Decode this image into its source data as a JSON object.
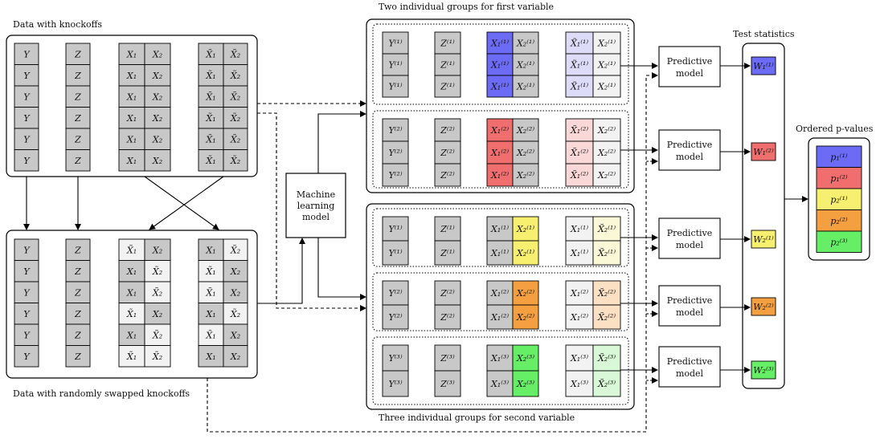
{
  "labels": {
    "data_knockoffs": "Data with knockoffs",
    "data_swapped": "Data with randomly swapped knockoffs",
    "two_groups": "Two individual groups for first variable",
    "three_groups": "Three individual groups for second variable",
    "test_statistics": "Test statistics",
    "ordered_pvalues": "Ordered p-values"
  },
  "ml_box": {
    "lines": [
      "Machine",
      "learning",
      "model"
    ]
  },
  "predictive_box": {
    "lines": [
      "Predictive",
      "model"
    ]
  },
  "colors": {
    "gray": "#c8c8c8",
    "light": "#f2f2f2",
    "blue": "#6b6bf5",
    "blue_light": "#dcdcf8",
    "red": "#f06e6e",
    "red_light": "#fbd8d8",
    "yellow": "#f7ef70",
    "yellow_light": "#fbf8d8",
    "orange": "#f4a040",
    "orange_light": "#fbe0c4",
    "green": "#66ee66",
    "green_light": "#d8f8d8"
  },
  "knockoff_table": {
    "rows": [
      [
        "Y",
        "Z",
        "X₁",
        "X₂",
        "X̃₁",
        "X̃₂"
      ],
      [
        "Y",
        "Z",
        "X₁",
        "X₂",
        "X̃₁",
        "X̃₂"
      ],
      [
        "Y",
        "Z",
        "X₁",
        "X₂",
        "X̃₁",
        "X̃₂"
      ],
      [
        "Y",
        "Z",
        "X₁",
        "X₂",
        "X̃₁",
        "X̃₂"
      ],
      [
        "Y",
        "Z",
        "X₁",
        "X₂",
        "X̃₁",
        "X̃₂"
      ],
      [
        "Y",
        "Z",
        "X₁",
        "X₂",
        "X̃₁",
        "X̃₂"
      ]
    ]
  },
  "swapped_table": {
    "rows": [
      [
        "Y",
        "Z",
        "X̃₁",
        "X₂",
        "X₁",
        "X̃₂"
      ],
      [
        "Y",
        "Z",
        "X₁",
        "X̃₂",
        "X̃₁",
        "X₂"
      ],
      [
        "Y",
        "Z",
        "X₁",
        "X̃₂",
        "X̃₁",
        "X₂"
      ],
      [
        "Y",
        "Z",
        "X̃₁",
        "X₂",
        "X₁",
        "X̃₂"
      ],
      [
        "Y",
        "Z",
        "X₁",
        "X̃₂",
        "X̃₁",
        "X₂"
      ],
      [
        "Y",
        "Z",
        "X̃₁",
        "X̃₂",
        "X₁",
        "X₂"
      ]
    ],
    "shading": [
      [
        "g",
        "g",
        "l",
        "g",
        "g",
        "l"
      ],
      [
        "g",
        "g",
        "g",
        "l",
        "l",
        "g"
      ],
      [
        "g",
        "g",
        "g",
        "l",
        "l",
        "g"
      ],
      [
        "g",
        "g",
        "l",
        "g",
        "g",
        "l"
      ],
      [
        "g",
        "g",
        "g",
        "l",
        "l",
        "g"
      ],
      [
        "g",
        "g",
        "l",
        "l",
        "g",
        "g"
      ]
    ]
  },
  "groups": [
    {
      "rows": 3,
      "y": "Y⁽¹⁾",
      "z": "Z⁽¹⁾",
      "x1": "X₁⁽¹⁾",
      "x2": "X₂⁽¹⁾",
      "k1": "X̃₁⁽¹⁾",
      "k2": "X₂⁽¹⁾",
      "x1_color": "blue",
      "x2_color": "gray",
      "k1_color": "blue_light",
      "k2_color": "light"
    },
    {
      "rows": 3,
      "y": "Y⁽²⁾",
      "z": "Z⁽²⁾",
      "x1": "X₁⁽²⁾",
      "x2": "X₂⁽²⁾",
      "k1": "X̃₁⁽²⁾",
      "k2": "X₂⁽²⁾",
      "x1_color": "red",
      "x2_color": "gray",
      "k1_color": "red_light",
      "k2_color": "light"
    },
    {
      "rows": 2,
      "y": "Y⁽¹⁾",
      "z": "Z⁽¹⁾",
      "x1": "X₁⁽¹⁾",
      "x2": "X₂⁽¹⁾",
      "k1": "X₁⁽¹⁾",
      "k2": "X̃₂⁽¹⁾",
      "x1_color": "gray",
      "x2_color": "yellow",
      "k1_color": "light",
      "k2_color": "yellow_light"
    },
    {
      "rows": 2,
      "y": "Y⁽²⁾",
      "z": "Z⁽²⁾",
      "x1": "X₁⁽²⁾",
      "x2": "X₂⁽²⁾",
      "k1": "X₁⁽²⁾",
      "k2": "X̃₂⁽²⁾",
      "x1_color": "gray",
      "x2_color": "orange",
      "k1_color": "light",
      "k2_color": "orange_light"
    },
    {
      "rows": 2,
      "y": "Y⁽³⁾",
      "z": "Z⁽³⁾",
      "x1": "X₁⁽³⁾",
      "x2": "X₂⁽³⁾",
      "k1": "X₁⁽³⁾",
      "k2": "X̃₂⁽³⁾",
      "x1_color": "gray",
      "x2_color": "green",
      "k1_color": "light",
      "k2_color": "green_light"
    }
  ],
  "test_stats": [
    {
      "label": "W₁⁽¹⁾",
      "color": "blue"
    },
    {
      "label": "W₁⁽²⁾",
      "color": "red"
    },
    {
      "label": "W₂⁽¹⁾",
      "color": "yellow"
    },
    {
      "label": "W₂⁽²⁾",
      "color": "orange"
    },
    {
      "label": "W₂⁽³⁾",
      "color": "green"
    }
  ],
  "pvalues": [
    {
      "label": "p₁⁽¹⁾",
      "color": "blue"
    },
    {
      "label": "p₁⁽²⁾",
      "color": "red"
    },
    {
      "label": "p₂⁽¹⁾",
      "color": "yellow"
    },
    {
      "label": "p₂⁽²⁾",
      "color": "orange"
    },
    {
      "label": "p₂⁽³⁾",
      "color": "green"
    }
  ]
}
